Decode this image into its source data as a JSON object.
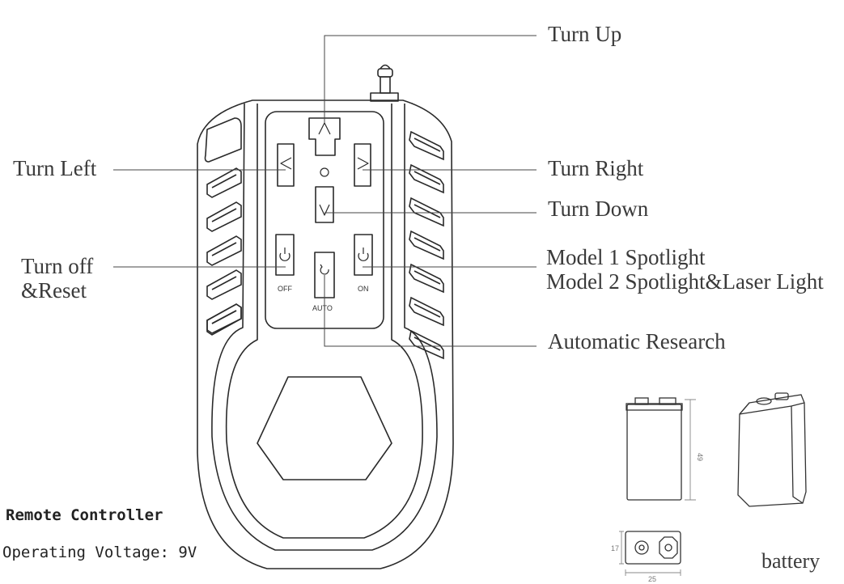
{
  "callouts": {
    "turn_up": "Turn Up",
    "turn_left": "Turn Left",
    "turn_right": "Turn Right",
    "turn_down": "Turn Down",
    "turn_off_line1": "Turn off",
    "turn_off_line2": "&Reset",
    "model_line1": "Model 1 Spotlight",
    "model_line2": "Model 2 Spotlight&Laser Light",
    "automatic": "Automatic Research"
  },
  "buttons": {
    "off": "OFF",
    "on": "ON",
    "auto": "AUTO"
  },
  "specs": {
    "title": "Remote Controller",
    "voltage": "Operating Voltage: 9V"
  },
  "battery": {
    "label": "battery",
    "height_dim": "49",
    "thickness_dim": "17",
    "width_dim": "25"
  }
}
